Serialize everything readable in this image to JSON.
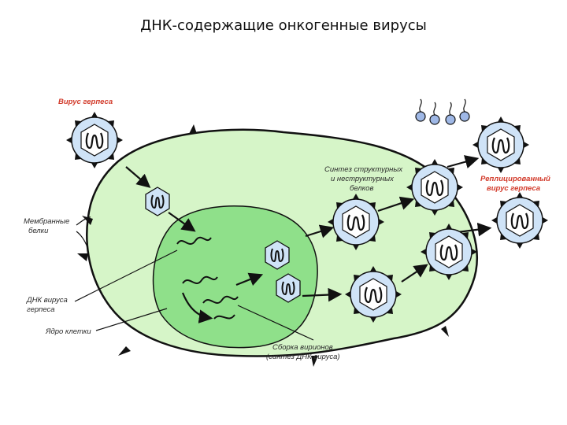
{
  "title": "ДНК-содержащие онкогенные вирусы",
  "labels": {
    "herpes_virus": "Вирус герпеса",
    "membrane_proteins_1": "Мембранные",
    "membrane_proteins_2": "белки",
    "dna_1": "ДНК вируса",
    "dna_2": "герпеса",
    "nucleus": "Ядро клетки",
    "synthesis_1": "Синтез структурных",
    "synthesis_2": "и неструктурных",
    "synthesis_3": "белков",
    "replicated_1": "Реплицированный",
    "replicated_2": "вирус герпеса",
    "assembly_1": "Сборка вирионов",
    "assembly_2": "(синтез ДНК вируса)"
  },
  "colors": {
    "cell_fill": "#d6f5c8",
    "nucleus_fill": "#8fe08a",
    "virus_fill": "#cfe3f7",
    "label_red": "#d23a2a"
  },
  "icons": [
    "virion-icon",
    "capsid-icon",
    "protein-icon",
    "arrow-icon"
  ]
}
